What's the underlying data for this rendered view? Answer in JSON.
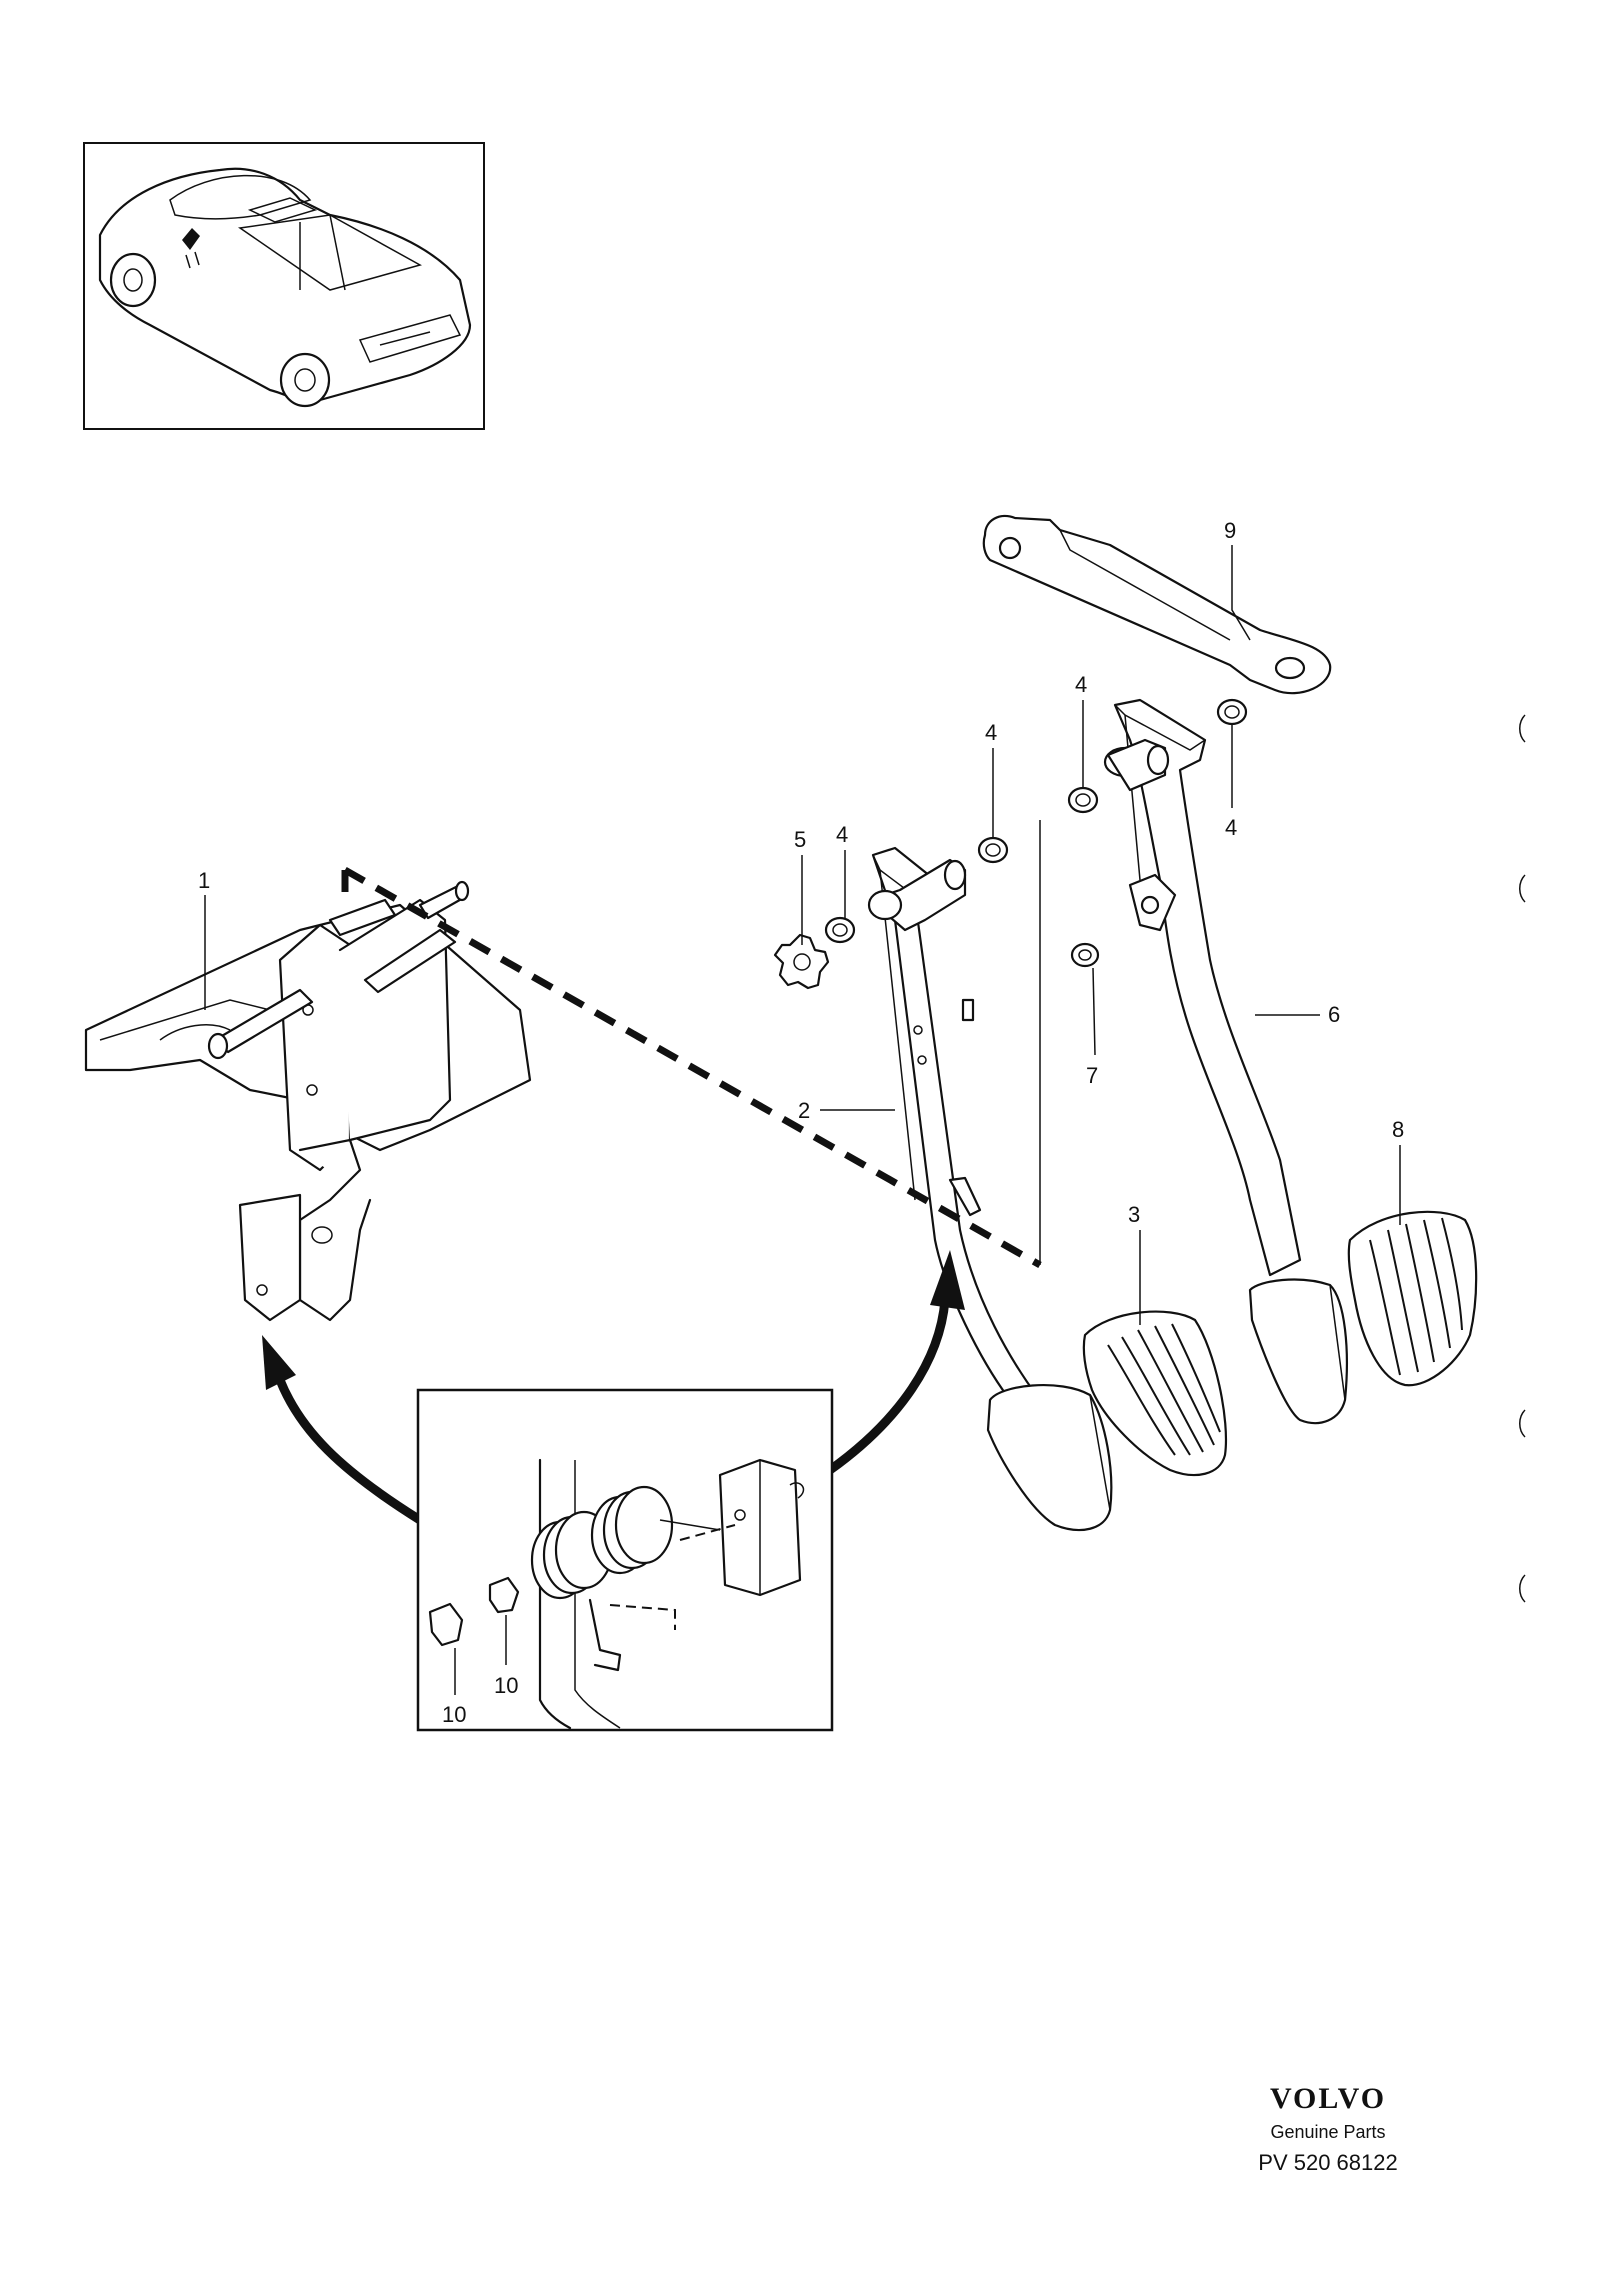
{
  "diagram": {
    "brand": "VOLVO",
    "subtitle": "Genuine Parts",
    "drawing_number": "PV 520 68122",
    "callouts": {
      "c1": "1",
      "c2": "2",
      "c3": "3",
      "c4a": "4",
      "c4b": "4",
      "c4c": "4",
      "c4d": "4",
      "c5": "5",
      "c6": "6",
      "c7": "7",
      "c8": "8",
      "c9": "9",
      "c10a": "10",
      "c10b": "10"
    }
  }
}
